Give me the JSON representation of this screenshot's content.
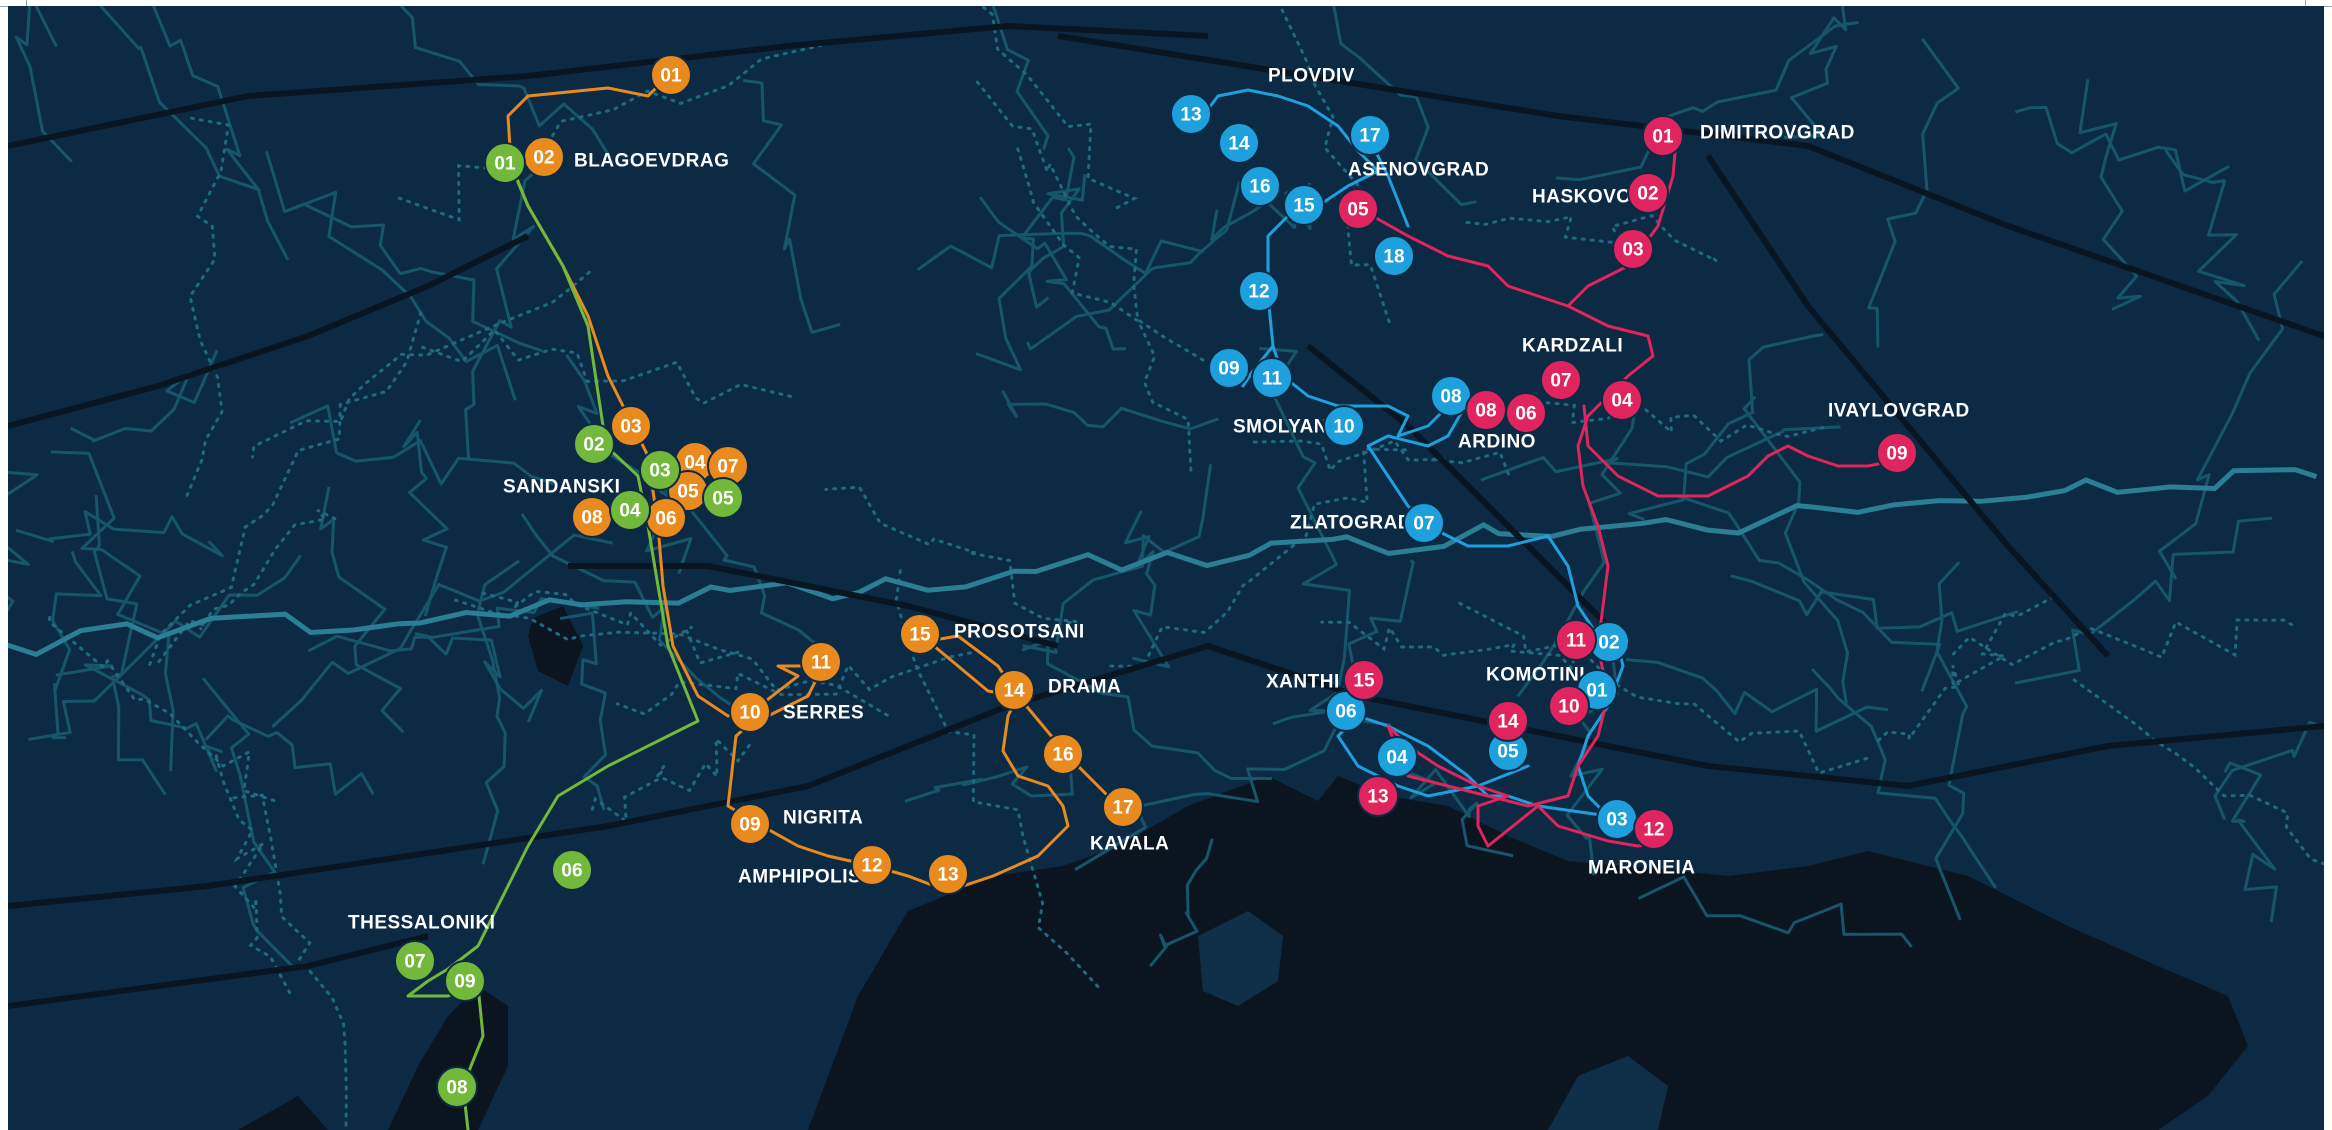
{
  "colors": {
    "land": "#0d2a44",
    "sea": "#0b1520",
    "road_major": "#081624",
    "river": "#17556b",
    "border": "#1f6a80",
    "orange": "#e88a1d",
    "green": "#72b83a",
    "blue": "#1ea0dc",
    "pink": "#e0245e",
    "label": "#ffffff"
  },
  "cities": [
    {
      "id": "blagoevdrag",
      "name": "BLAGOEVDRAG"
    },
    {
      "id": "sandanski",
      "name": "SANDANSKI"
    },
    {
      "id": "thessaloniki",
      "name": "THESSALONIKI"
    },
    {
      "id": "serres",
      "name": "SERRES"
    },
    {
      "id": "nigrita",
      "name": "NIGRITA"
    },
    {
      "id": "amphipolis",
      "name": "AMPHIPOLIS"
    },
    {
      "id": "prosotsani",
      "name": "PROSOTSANI"
    },
    {
      "id": "drama",
      "name": "DRAMA"
    },
    {
      "id": "kavala",
      "name": "KAVALA"
    },
    {
      "id": "plovdiv",
      "name": "PLOVDIV"
    },
    {
      "id": "asenovgrad",
      "name": "ASENOVGRAD"
    },
    {
      "id": "smolyan",
      "name": "SMOLYAN"
    },
    {
      "id": "zlatograd",
      "name": "ZLATOGRAD"
    },
    {
      "id": "xanthi",
      "name": "XANTHI"
    },
    {
      "id": "komotini",
      "name": "KOMOTINI"
    },
    {
      "id": "maroneia",
      "name": "MARONEIA"
    },
    {
      "id": "dimitrovgrad",
      "name": "DIMITROVGRAD"
    },
    {
      "id": "haskovo",
      "name": "HASKOVO"
    },
    {
      "id": "kardzali",
      "name": "KARDZALI"
    },
    {
      "id": "ardino",
      "name": "ARDINO"
    },
    {
      "id": "ivaylovgrad",
      "name": "IVAYLOVGRAD"
    }
  ],
  "routes": [
    {
      "id": "orange",
      "color": "orange",
      "stops": [
        "01",
        "02",
        "03",
        "04",
        "05",
        "06",
        "07",
        "08",
        "09",
        "10",
        "11",
        "12",
        "13",
        "14",
        "15",
        "16",
        "17"
      ]
    },
    {
      "id": "green",
      "color": "green",
      "stops": [
        "01",
        "02",
        "03",
        "04",
        "05",
        "06",
        "07",
        "08",
        "09"
      ]
    },
    {
      "id": "blue",
      "color": "blue",
      "stops": [
        "01",
        "02",
        "03",
        "04",
        "05",
        "06",
        "07",
        "08",
        "09",
        "10",
        "11",
        "12",
        "13",
        "14",
        "15",
        "16",
        "17",
        "18"
      ]
    },
    {
      "id": "pink",
      "color": "pink",
      "stops": [
        "01",
        "02",
        "03",
        "04",
        "05",
        "06",
        "07",
        "08",
        "09",
        "10",
        "11",
        "12",
        "13",
        "14",
        "15"
      ]
    }
  ]
}
